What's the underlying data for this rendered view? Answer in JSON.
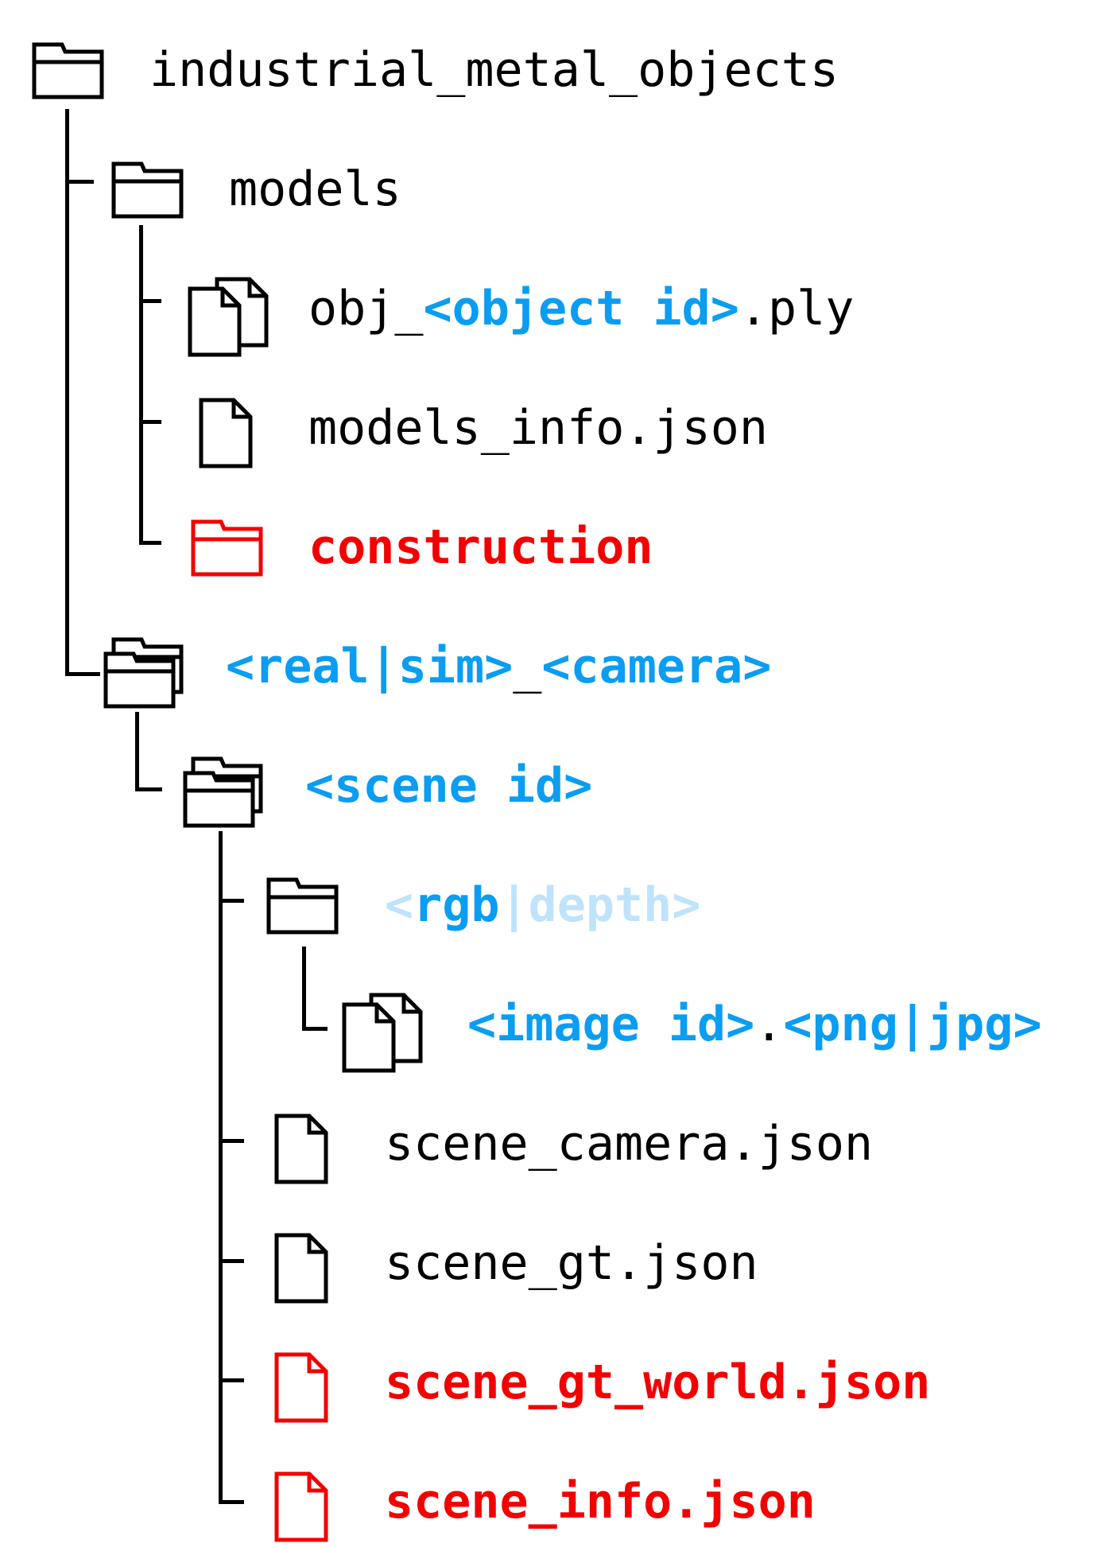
{
  "colors": {
    "line": "#000000",
    "text_default": "#000000",
    "highlight_blue": "#0a9df2",
    "highlight_lightblue": "#bfe3fa",
    "highlight_red": "#f40000"
  },
  "tree": [
    {
      "id": "root",
      "icon": "folder-icon",
      "icon_color": "#000000",
      "label": [
        {
          "text": "industrial_metal_objects",
          "style": "black"
        }
      ]
    },
    {
      "id": "models",
      "icon": "folder-icon",
      "icon_color": "#000000",
      "label": [
        {
          "text": "models",
          "style": "black"
        }
      ]
    },
    {
      "id": "obj-ply",
      "icon": "multi-file-icon",
      "icon_color": "#000000",
      "label": [
        {
          "text": "obj_",
          "style": "black"
        },
        {
          "text": "<object id>",
          "style": "blue"
        },
        {
          "text": ".ply",
          "style": "black"
        }
      ]
    },
    {
      "id": "models-info",
      "icon": "file-icon",
      "icon_color": "#000000",
      "label": [
        {
          "text": "models_info.json",
          "style": "black"
        }
      ]
    },
    {
      "id": "construction",
      "icon": "folder-icon",
      "icon_color": "#f40000",
      "label": [
        {
          "text": "construction",
          "style": "red"
        }
      ]
    },
    {
      "id": "real-sim-camera",
      "icon": "multi-folder-icon",
      "icon_color": "#000000",
      "label": [
        {
          "text": "<real|sim>",
          "style": "blue"
        },
        {
          "text": "_",
          "style": "black"
        },
        {
          "text": "<camera>",
          "style": "blue"
        }
      ]
    },
    {
      "id": "scene-id",
      "icon": "multi-folder-icon",
      "icon_color": "#000000",
      "label": [
        {
          "text": "<scene id>",
          "style": "blue"
        }
      ]
    },
    {
      "id": "rgb-depth",
      "icon": "folder-icon",
      "icon_color": "#000000",
      "label": [
        {
          "text": "<",
          "style": "lightblue"
        },
        {
          "text": "rgb",
          "style": "blue"
        },
        {
          "text": "|depth>",
          "style": "lightblue"
        }
      ]
    },
    {
      "id": "image-id",
      "icon": "multi-file-icon",
      "icon_color": "#000000",
      "label": [
        {
          "text": "<image id>",
          "style": "blue"
        },
        {
          "text": ".",
          "style": "black"
        },
        {
          "text": "<png|jpg>",
          "style": "blue"
        }
      ]
    },
    {
      "id": "scene-camera",
      "icon": "file-icon",
      "icon_color": "#000000",
      "label": [
        {
          "text": "scene_camera.json",
          "style": "black"
        }
      ]
    },
    {
      "id": "scene-gt",
      "icon": "file-icon",
      "icon_color": "#000000",
      "label": [
        {
          "text": "scene_gt.json",
          "style": "black"
        }
      ]
    },
    {
      "id": "scene-gt-world",
      "icon": "file-icon",
      "icon_color": "#f40000",
      "label": [
        {
          "text": "scene_gt_world.json",
          "style": "red"
        }
      ]
    },
    {
      "id": "scene-info",
      "icon": "file-icon",
      "icon_color": "#f40000",
      "label": [
        {
          "text": "scene_info.json",
          "style": "red"
        }
      ]
    }
  ]
}
